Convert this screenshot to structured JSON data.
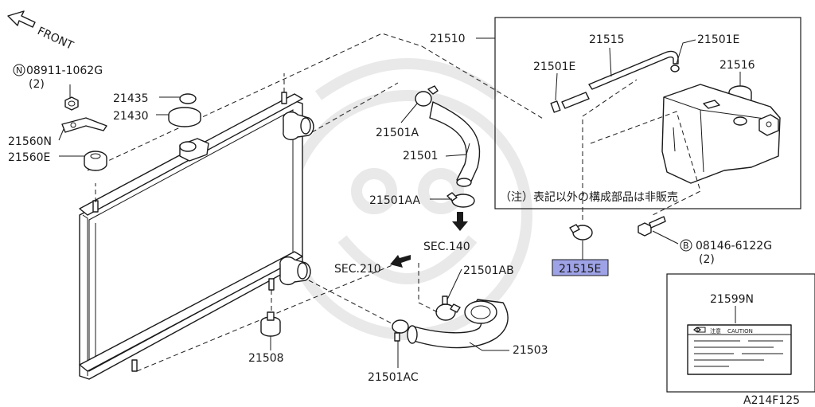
{
  "colors": {
    "highlight": "#9ea2e6",
    "ink": "#1a1a1a",
    "watermark": "#e9e9e9"
  },
  "diagram_id": "A214F125",
  "front_label": "FRONT",
  "note": "（注）表記以外の構成部品は非販売",
  "sec_refs": {
    "sec140": "SEC.140",
    "sec210": "SEC.210"
  },
  "parts": {
    "p08911_symbol": "N",
    "p08911_no": "08911-1062G",
    "p08911_qty": "(2)",
    "p21435": "21435",
    "p21430": "21430",
    "p21560N": "21560N",
    "p21560E": "21560E",
    "p21510": "21510",
    "p21515": "21515",
    "p21501E_a": "21501E",
    "p21501E_b": "21501E",
    "p21516": "21516",
    "p21501A": "21501A",
    "p21501": "21501",
    "p21501AA": "21501AA",
    "p21501AB": "21501AB",
    "p21503": "21503",
    "p21501AC": "21501AC",
    "p21508": "21508",
    "p21515E": "21515E",
    "p08146_symbol": "B",
    "p08146_no": "08146-6122G",
    "p08146_qty": "(2)",
    "p21599N": "21599N"
  },
  "caution_label": {
    "header_jp": "注意",
    "header_en": "CAUTION"
  }
}
